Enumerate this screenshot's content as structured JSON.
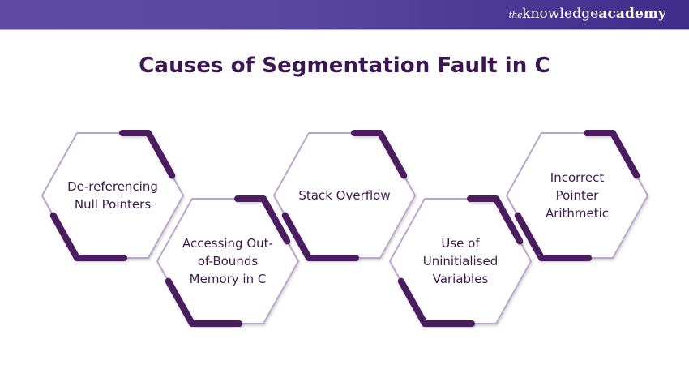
{
  "header": {
    "logo": {
      "prefix": "the",
      "word1": "knowledge",
      "word2": "academy"
    }
  },
  "title": "Causes of Segmentation Fault in C",
  "colors": {
    "header_start": "#5e4aa2",
    "header_end": "#3f2d8b",
    "title": "#3b1651",
    "accent_stroke": "#4b1a5e",
    "outline_stroke": "#bba5cf",
    "label_text": "#3d1a4d"
  },
  "causes": [
    {
      "label": "De-referencing Null Pointers"
    },
    {
      "label": "Accessing Out-of-Bounds Memory in C"
    },
    {
      "label": "Stack Overflow"
    },
    {
      "label": "Use of Uninitialised Variables"
    },
    {
      "label": "Incorrect Pointer Arithmetic"
    }
  ]
}
